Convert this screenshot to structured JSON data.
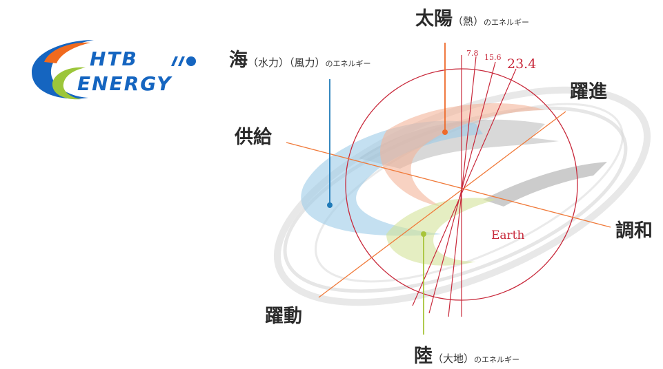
{
  "logo": {
    "line1": "HTB",
    "line2": "ENERGY",
    "colors": {
      "blue": "#1565c0",
      "orange": "#f06a1e",
      "green": "#9cc63a"
    }
  },
  "labels": {
    "sun": {
      "main": "太陽",
      "paren": "（熱）",
      "suffix": "のエネルギー"
    },
    "sea": {
      "main": "海",
      "paren1": "（水力）",
      "paren2": "（風力）",
      "suffix": "のエネルギー"
    },
    "land": {
      "main": "陸",
      "paren": "（大地）",
      "suffix": "のエネルギー"
    },
    "kyokyu": "供給",
    "yakushin": "躍進",
    "chowa": "調和",
    "yakudo": "躍動",
    "earth": "Earth"
  },
  "tilts": {
    "t1": "7.8",
    "t2": "15.6",
    "t3": "23.4"
  },
  "colors": {
    "red": "#c8283a",
    "orange_line": "#f07a3a",
    "sea_blue": "#1f7ab8",
    "sun_orange": "#ee6a2a",
    "land_green": "#a8c43a"
  }
}
